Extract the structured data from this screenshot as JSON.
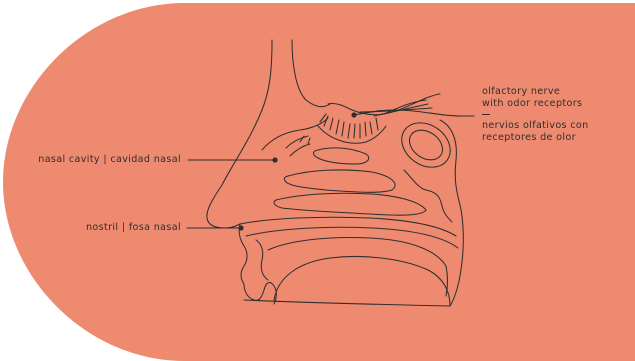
{
  "colors": {
    "background": "#ee8a6f",
    "ink": "#2f2f2f"
  },
  "labels": {
    "nasal_cavity": "nasal cavity | cavidad nasal",
    "nostril": "nostril | fosa nasal",
    "olfactory_en_line1": "olfactory nerve",
    "olfactory_en_line2": "with odor receptors",
    "olfactory_es_line1": "nervios olfativos con",
    "olfactory_es_line2": "receptores de olor"
  }
}
